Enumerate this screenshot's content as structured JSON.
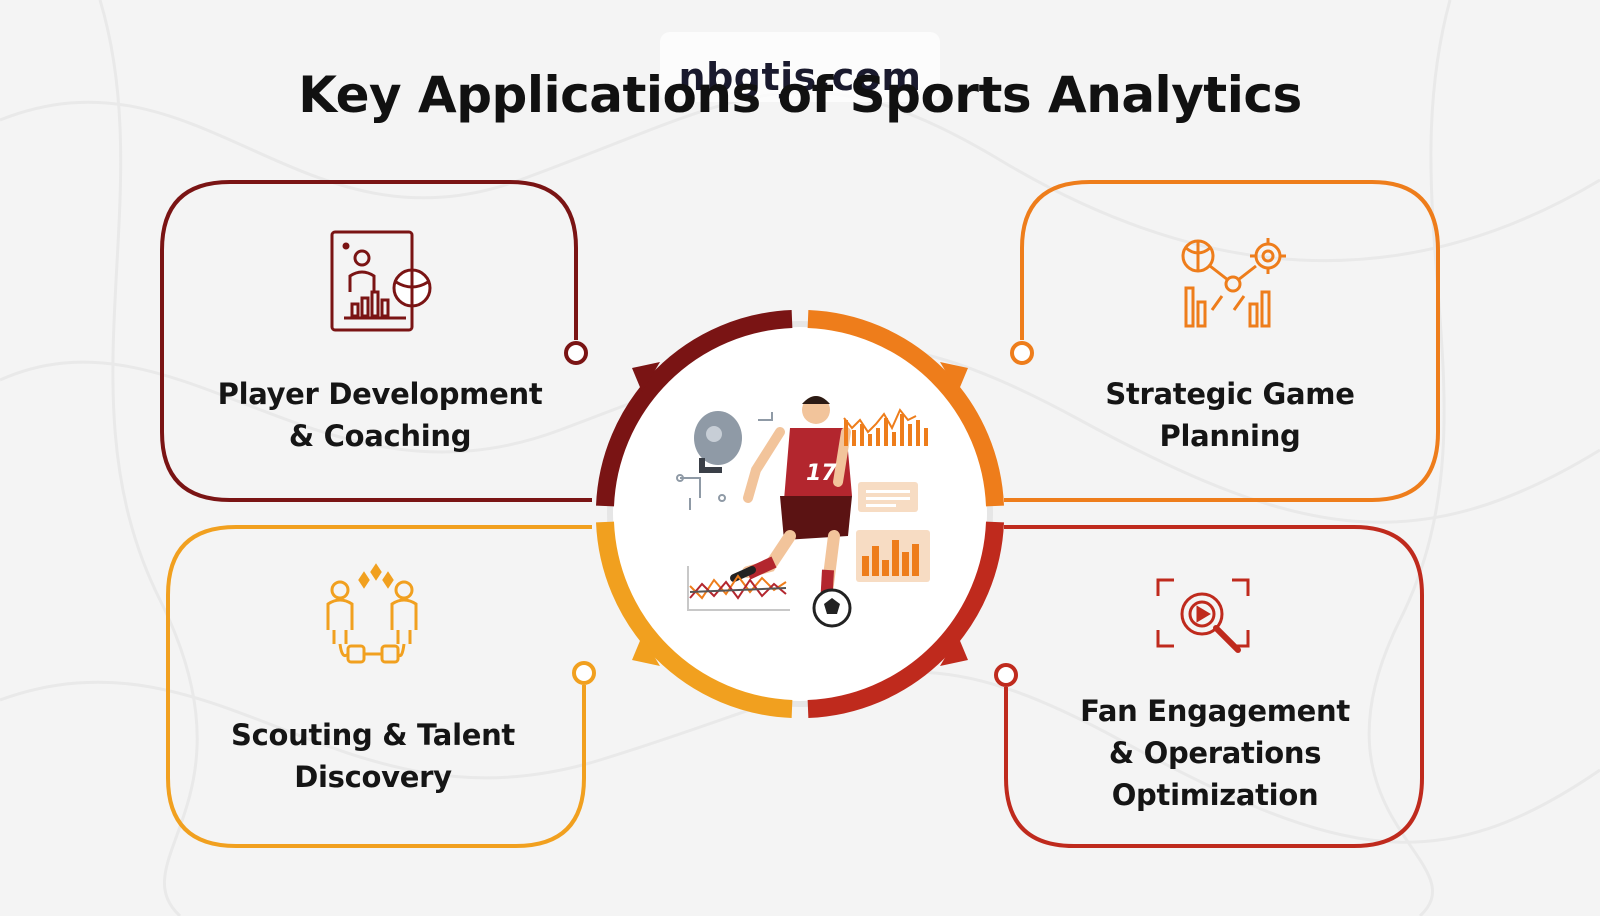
{
  "watermark": "nbgtjs.com",
  "title": "Key Applications of Sports Analytics",
  "colors": {
    "dark_red": "#7a1414",
    "orange": "#ee7d1b",
    "amber": "#f1a01f",
    "crimson": "#bf2a1d"
  },
  "center_image": {
    "jersey_number": "17"
  },
  "cards": [
    {
      "label_line1": "Player Development",
      "label_line2": "& Coaching",
      "line3": "",
      "icon": "player-analysis-icon"
    },
    {
      "label_line1": "Strategic Game",
      "label_line2": "Planning",
      "line3": "",
      "icon": "strategy-network-icon"
    },
    {
      "label_line1": "Scouting & Talent",
      "label_line2": "Discovery",
      "line3": "",
      "icon": "talent-scouting-icon"
    },
    {
      "label_line1": "Fan Engagement",
      "label_line2": "& Operations",
      "line3": "Optimization",
      "icon": "video-search-icon"
    }
  ]
}
